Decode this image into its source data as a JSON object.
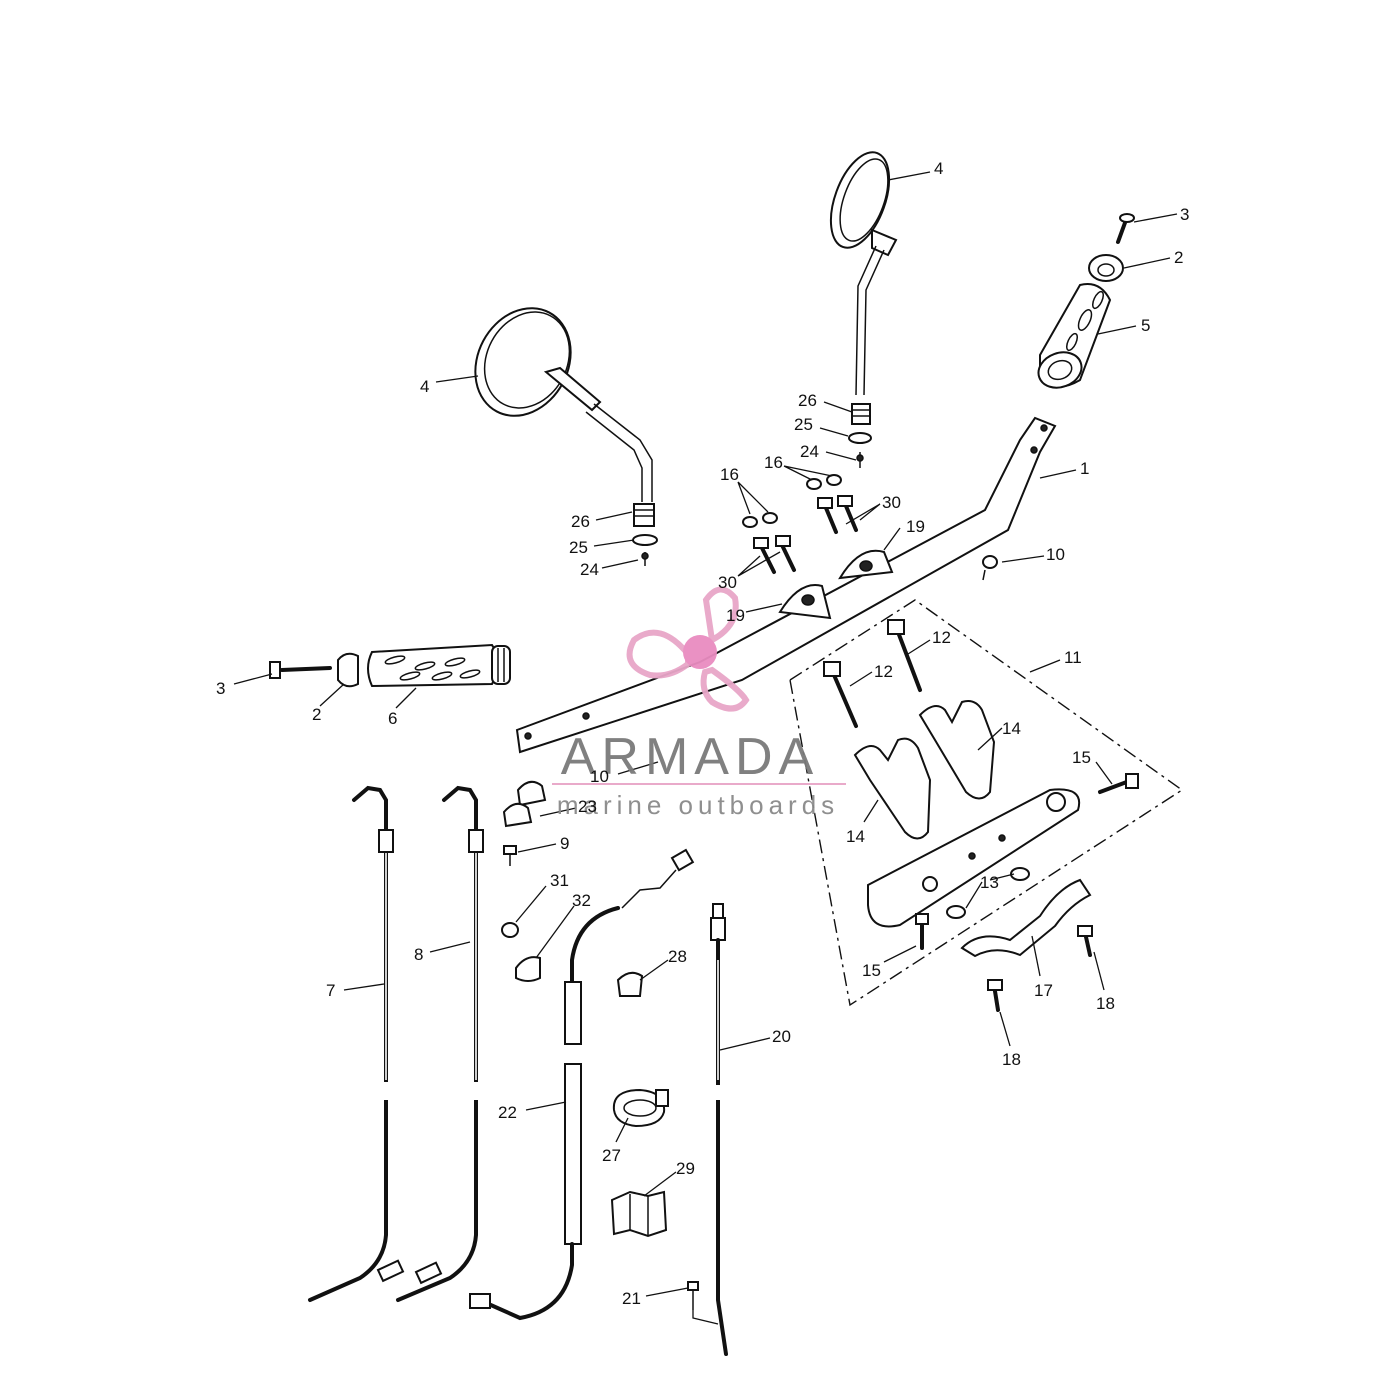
{
  "watermark": {
    "title": "ARMADA",
    "subtitle": "marine outboards",
    "logo_icon": "propeller-logo-icon",
    "logo_color": "#e8a6c8",
    "logo_hub_color": "#e98cc0"
  },
  "callouts": [
    {
      "id": "c4-right-mirror",
      "label": "4"
    },
    {
      "id": "c3-right-screw",
      "label": "3"
    },
    {
      "id": "c2-right-end",
      "label": "2"
    },
    {
      "id": "c5-right-grip",
      "label": "5"
    },
    {
      "id": "c4-left-mirror",
      "label": "4"
    },
    {
      "id": "c26-right",
      "label": "26"
    },
    {
      "id": "c25-right",
      "label": "25"
    },
    {
      "id": "c24-right",
      "label": "24"
    },
    {
      "id": "c1-handlebar",
      "label": "1"
    },
    {
      "id": "c16-right",
      "label": "16"
    },
    {
      "id": "c16-left",
      "label": "16"
    },
    {
      "id": "c30-right",
      "label": "30"
    },
    {
      "id": "c19-right",
      "label": "19"
    },
    {
      "id": "c26-left",
      "label": "26"
    },
    {
      "id": "c25-left",
      "label": "25"
    },
    {
      "id": "c24-left",
      "label": "24"
    },
    {
      "id": "c10-right",
      "label": "10"
    },
    {
      "id": "c30-left",
      "label": "30"
    },
    {
      "id": "c19-left",
      "label": "19"
    },
    {
      "id": "c12-upper",
      "label": "12"
    },
    {
      "id": "c12-lower",
      "label": "12"
    },
    {
      "id": "c11-kit",
      "label": "11"
    },
    {
      "id": "c3-left-screw",
      "label": "3"
    },
    {
      "id": "c2-left-end",
      "label": "2"
    },
    {
      "id": "c6-left-grip",
      "label": "6"
    },
    {
      "id": "c14-right",
      "label": "14"
    },
    {
      "id": "c10-left",
      "label": "10"
    },
    {
      "id": "c15-right",
      "label": "15"
    },
    {
      "id": "c23-clip",
      "label": "23"
    },
    {
      "id": "c14-left",
      "label": "14"
    },
    {
      "id": "c9-bolt",
      "label": "9"
    },
    {
      "id": "c31-nut",
      "label": "31"
    },
    {
      "id": "c13-nuts",
      "label": "13"
    },
    {
      "id": "c32-clip",
      "label": "32"
    },
    {
      "id": "c8-cable",
      "label": "8"
    },
    {
      "id": "c28-clip",
      "label": "28"
    },
    {
      "id": "c15-left",
      "label": "15"
    },
    {
      "id": "c17-bracket",
      "label": "17"
    },
    {
      "id": "c18-right",
      "label": "18"
    },
    {
      "id": "c7-cable",
      "label": "7"
    },
    {
      "id": "c20-cable",
      "label": "20"
    },
    {
      "id": "c18-lower",
      "label": "18"
    },
    {
      "id": "c22-cable",
      "label": "22"
    },
    {
      "id": "c27-guide",
      "label": "27"
    },
    {
      "id": "c29-clip",
      "label": "29"
    },
    {
      "id": "c21-screw",
      "label": "21"
    }
  ]
}
